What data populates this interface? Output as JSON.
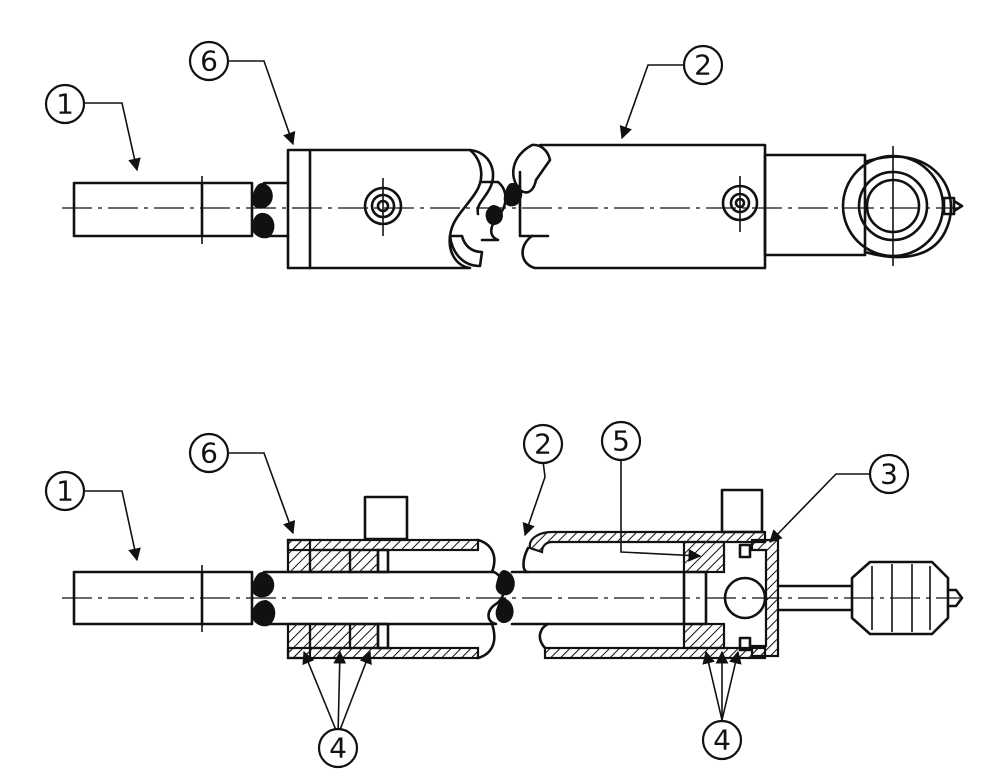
{
  "callouts": {
    "top": {
      "rod": "1",
      "gland": "6",
      "barrel": "2"
    },
    "bottom": {
      "rod": "1",
      "gland": "6",
      "barrel": "2",
      "piston": "5",
      "cap": "3",
      "seals_gland": "4",
      "seals_piston": "4"
    }
  }
}
